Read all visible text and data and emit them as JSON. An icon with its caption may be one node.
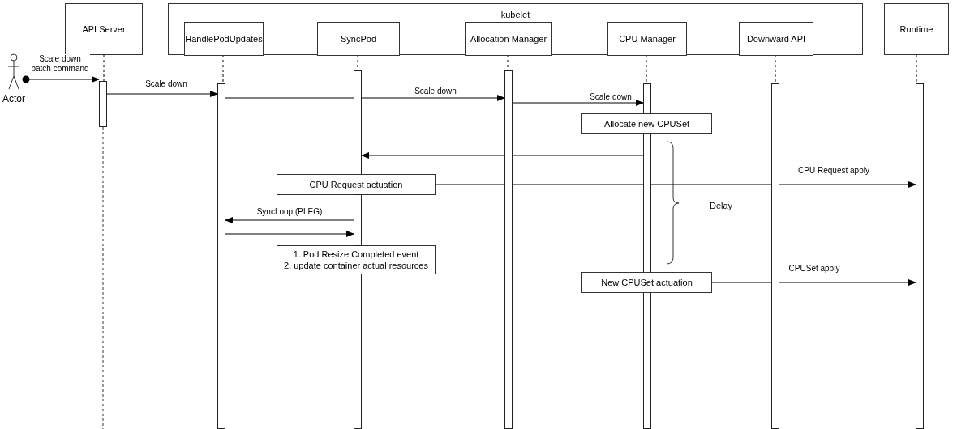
{
  "diagram": {
    "nodes": [
      {
        "text": [
          "kubelet"
        ]
      },
      {
        "text": [
          "API Server"
        ]
      },
      {
        "text": [
          "HandlePodUpdates"
        ],
        "in": 0
      },
      {
        "text": [
          "SyncPod"
        ],
        "in": 0
      },
      {
        "text": [
          "Allocation Manager"
        ],
        "in": 0
      },
      {
        "text": [
          "CPU Manager"
        ],
        "in": 0
      },
      {
        "text": [
          "Downward API"
        ],
        "in": 0
      },
      {
        "text": [
          "Runtime"
        ]
      },
      {
        "text": [
          "Actor"
        ]
      },
      {
        "text": [],
        "shape": "bar"
      },
      {
        "text": [],
        "shape": "bar"
      },
      {
        "text": [],
        "shape": "bar"
      },
      {
        "text": [],
        "shape": "bar"
      },
      {
        "text": [],
        "shape": "bar"
      },
      {
        "text": [],
        "shape": "bar"
      },
      {
        "text": [],
        "shape": "bar"
      },
      {
        "text": [
          "Allocate new CPUSet"
        ]
      },
      {
        "text": [
          "CPU Request actuation"
        ]
      },
      {
        "text": [
          "1. Pod Resize Completed event",
          "2. update container actual resources"
        ]
      },
      {
        "text": [
          "New CPUSet actuation"
        ]
      },
      {
        "text": [],
        "shape": "bar"
      },
      {
        "text": [],
        "shape": "bar"
      }
    ],
    "edges": [
      {
        "from": 8,
        "to": 9,
        "arrow": "to",
        "label": "Scale down patch command"
      },
      {
        "from": 9,
        "to": 10,
        "arrow": "to",
        "label": "Scale down"
      },
      {
        "from": 10,
        "to": 12,
        "arrow": "to",
        "label": "Scale down"
      },
      {
        "from": 12,
        "to": 13,
        "arrow": "to",
        "label": "Scale down"
      },
      {
        "from": 13,
        "to": 11,
        "arrow": "to"
      },
      {
        "from": 17,
        "to": 15,
        "arrow": "to",
        "label": "CPU Request apply"
      },
      {
        "from": 20,
        "to": 10,
        "arrow": "to",
        "label": "SyncLoop (PLEG)"
      },
      {
        "from": 10,
        "to": 20,
        "arrow": "to"
      },
      {
        "from": 19,
        "to": 15,
        "arrow": "to",
        "label": "CPUSet apply"
      },
      {
        "from": 1,
        "to": 9,
        "arrow": "none",
        "style": "dashed"
      },
      {
        "from": 2,
        "to": 10,
        "arrow": "none",
        "style": "dashed"
      },
      {
        "from": 3,
        "to": 11,
        "arrow": "none",
        "style": "dashed"
      },
      {
        "from": 4,
        "to": 12,
        "arrow": "none",
        "style": "dashed"
      },
      {
        "from": 5,
        "to": 13,
        "arrow": "none",
        "style": "dashed"
      },
      {
        "from": 6,
        "to": 14,
        "arrow": "none",
        "style": "dashed"
      },
      {
        "from": 7,
        "to": 15,
        "arrow": "none",
        "style": "dashed"
      }
    ],
    "labels": [
      "Delay"
    ]
  }
}
